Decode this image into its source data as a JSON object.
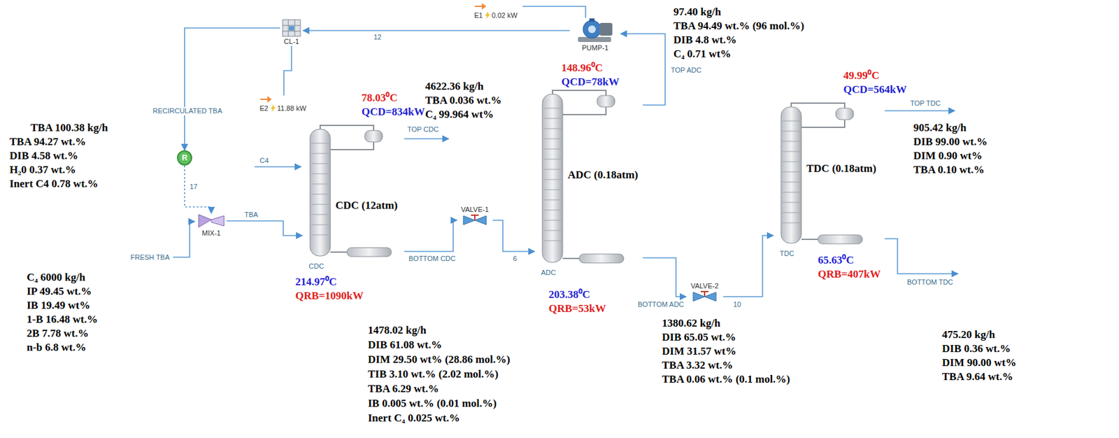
{
  "diagram": {
    "nodes": [
      {
        "text": [
          "CL-1"
        ]
      },
      {
        "text": [
          "E2",
          "11.88 kW"
        ]
      },
      {
        "text": [
          "PUMP-1"
        ]
      },
      {
        "text": [
          "E1",
          "0.02 kW"
        ]
      },
      {
        "text": [
          "R"
        ]
      },
      {
        "text": [
          "MIX-1"
        ]
      },
      {
        "text": [
          "CDC (12atm)",
          "CDC"
        ]
      },
      {
        "text": [
          "VALVE-1"
        ]
      },
      {
        "text": [
          "ADC (0.18atm)",
          "ADC"
        ]
      },
      {
        "text": [
          "VALVE-2"
        ]
      },
      {
        "text": [
          "TDC (0.18atm)",
          "TDC"
        ]
      }
    ],
    "edges": [
      {
        "from": 2,
        "to": 0,
        "label": "12",
        "arrow": "to"
      },
      {
        "from": 0,
        "to": 1,
        "arrow": "none"
      },
      {
        "from": 3,
        "to": 2,
        "arrow": "none"
      },
      {
        "from": 0,
        "to": 4,
        "label": "RECIRCULATED TBA",
        "arrow": "to"
      },
      {
        "from": 4,
        "to": 5,
        "label": "17",
        "arrow": "to"
      },
      {
        "from": 5,
        "to": 6,
        "label": "TBA",
        "arrow": "to"
      },
      {
        "from": 6,
        "to": 7,
        "label": "BOTTOM CDC",
        "arrow": "to"
      },
      {
        "from": 7,
        "to": 8,
        "label": "6",
        "arrow": "to"
      },
      {
        "from": 8,
        "to": 2,
        "label": "TOP ADC",
        "arrow": "to"
      },
      {
        "from": 8,
        "to": 9,
        "label": "BOTTOM ADC",
        "arrow": "to"
      },
      {
        "from": 9,
        "to": 10,
        "label": "10",
        "arrow": "to"
      }
    ],
    "labels": [
      "97.40 kg/h",
      "TBA 94.49 wt.% (96 mol.%)",
      "DIB 4.8 wt.%",
      "C₄ 0.71 wt%",
      "78.03⁰C",
      "QCD=834kW",
      "4622.36 kg/h",
      "TBA 0.036 wt.%",
      "C₄ 99.964 wt%",
      "148.96⁰C",
      "QCD=78kW",
      "49.99⁰C",
      "QCD=564kW",
      "905.42 kg/h",
      "DIB 99.00 wt.%",
      "DIM 0.90 wt%",
      "TBA 0.10 wt.%",
      "TBA 100.38 kg/h",
      "TBA 94.27 wt.%",
      "DIB 4.58 wt.%",
      "H₂0 0.37 wt.%",
      "Inert C4 0.78 wt.%",
      "C₄ 6000 kg/h",
      "IP 49.45 wt.%",
      "IB 19.49 wt%",
      "1-B 16.48 wt.%",
      "2B 7.78 wt.%",
      "n-b 6.8 wt.%",
      "214.97⁰C",
      "QRB=1090kW",
      "1478.02 kg/h",
      "DIB 61.08 wt.%",
      "DIM 29.50 wt% (28.86 mol.%)",
      "TIB 3.10 wt.% (2.02 mol.%)",
      "TBA 6.29 wt.%",
      "IB 0.005 wt.% (0.01 mol.%)",
      "Inert C₄ 0.025 wt.%",
      "203.38⁰C",
      "QRB=53kW",
      "1380.62 kg/h",
      "DIB 65.05 wt.%",
      "DIM 31.57 wt%",
      "TBA 3.32 wt.%",
      "TBA 0.06 wt.% (0.1 mol.%)",
      "65.63⁰C",
      "QRB=407kW",
      "475.20 kg/h",
      "DIB 0.36 wt.%",
      "DIM 90.00 wt%",
      "TBA 9.64 wt.%",
      "C4",
      "FRESH TBA",
      "TOP CDC",
      "TOP TDC",
      "BOTTOM TDC"
    ]
  }
}
